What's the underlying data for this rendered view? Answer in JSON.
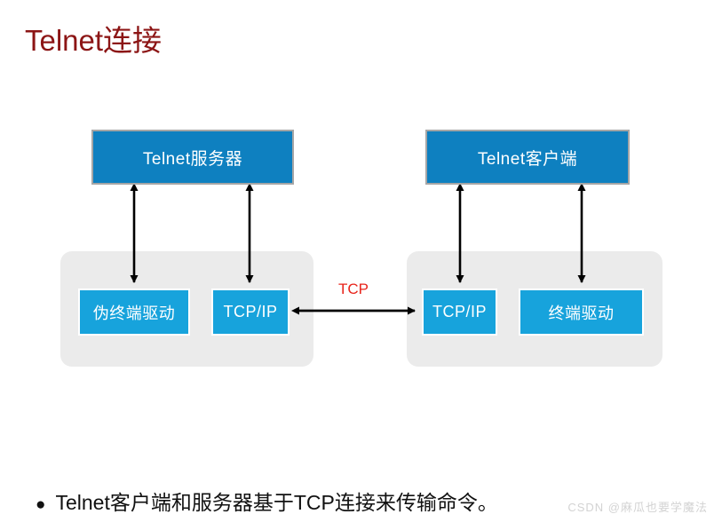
{
  "slide": {
    "title": "Telnet连接",
    "title_color": "#8C1515",
    "background": "#FFFFFF"
  },
  "diagram": {
    "type": "block-diagram",
    "palette": {
      "app_box_fill": "#0E80C0",
      "app_box_border": "#A6A6A6",
      "module_box_fill": "#17A3DC",
      "module_box_border": "#FFFFFF",
      "host_panel_fill": "#EBEBEB",
      "arrow_color": "#000000",
      "link_label_color": "#E8241B"
    },
    "server_side": {
      "app_box": "Telnet服务器",
      "modules": [
        "伪终端驱动",
        "TCP/IP"
      ]
    },
    "client_side": {
      "app_box": "Telnet客户端",
      "modules": [
        "TCP/IP",
        "终端驱动"
      ]
    },
    "link": {
      "label": "TCP",
      "style": "double-headed-arrow"
    },
    "vertical_links": {
      "style": "double-headed-arrow",
      "count": 4
    }
  },
  "bullets": [
    {
      "marker": "●",
      "text": "Telnet客户端和服务器基于TCP连接来传输命令。"
    }
  ],
  "watermark": {
    "text": "CSDN @麻瓜也要学魔法"
  }
}
